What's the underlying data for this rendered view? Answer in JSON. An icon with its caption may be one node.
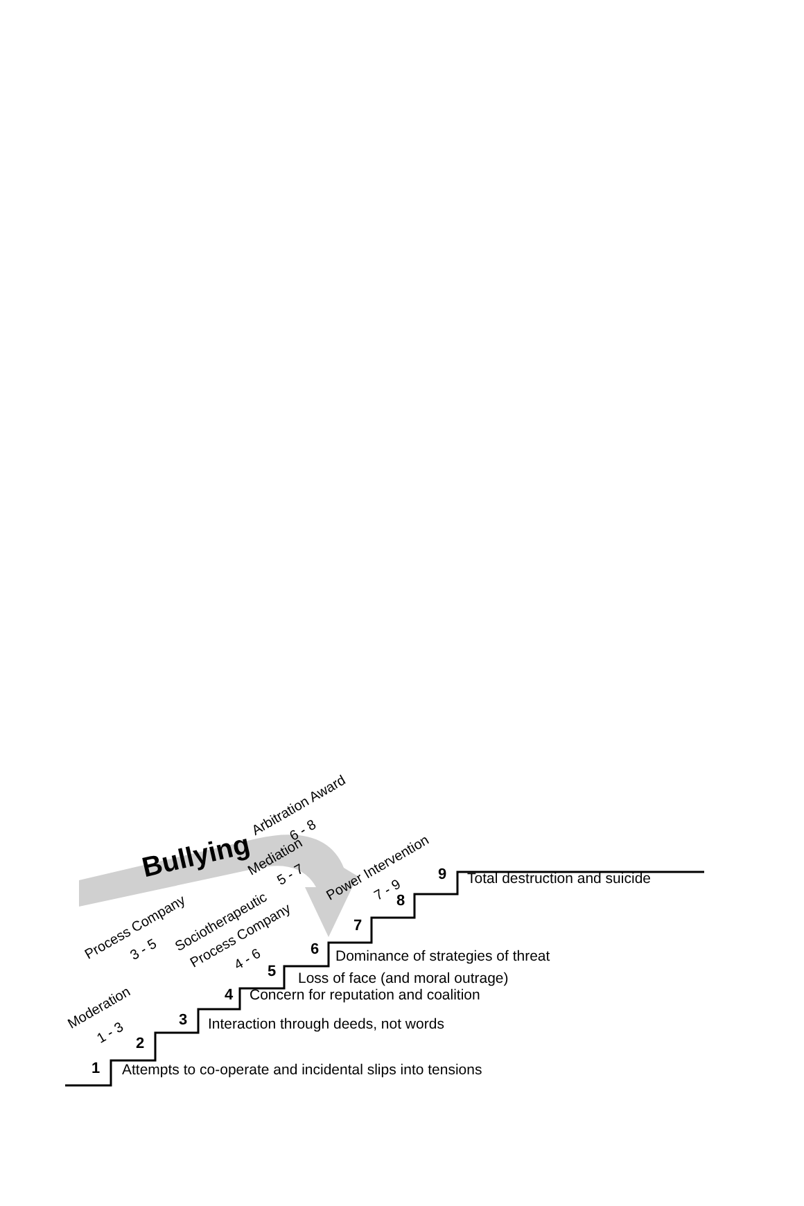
{
  "diagram": {
    "nodes": [
      {
        "text": [
          "Bullying"
        ]
      }
    ],
    "labels": [
      "Arbitration Award",
      "6 - 8",
      "Mediation",
      "5 - 7",
      "Power Intervention",
      "7 - 9",
      "9",
      "Total destruction and suicide",
      "8",
      "Process Company",
      "3 - 5",
      "Sociotherapeutic",
      "Process Company",
      "4 - 6",
      "7",
      "6",
      "Dominance of strategies of threat",
      "5",
      "Loss of face (and moral outrage)",
      "4",
      "Concern for reputation and coalition",
      "3",
      "Interaction through deeds, not words",
      "Moderation",
      "1 - 3",
      "2",
      "1",
      "Attempts to co-operate and incidental slips into tensions"
    ]
  }
}
